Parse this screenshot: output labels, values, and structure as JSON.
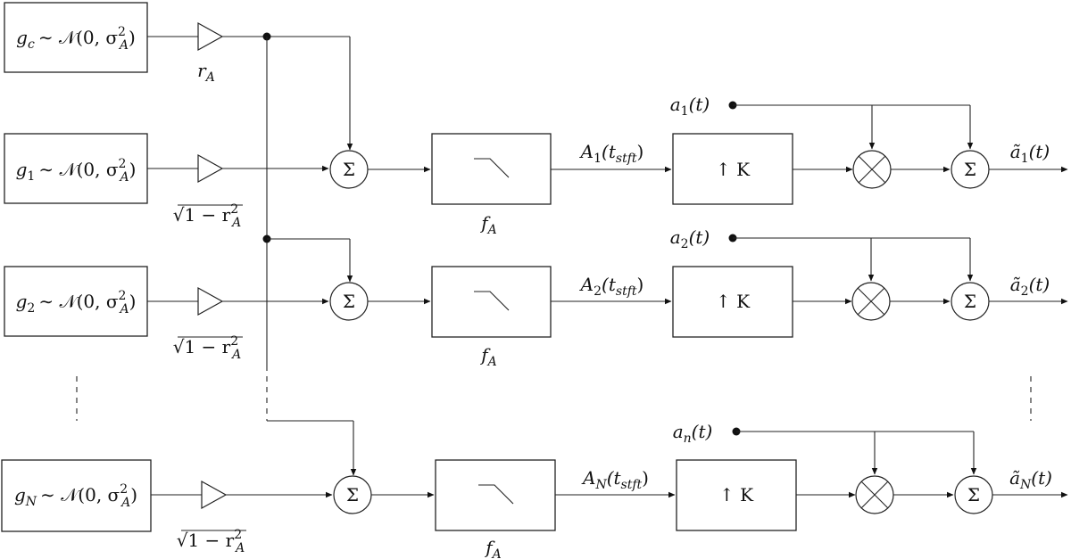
{
  "sources": [
    {
      "letter": "g",
      "sub": "c",
      "dist": "∼ 𝒩(0, σ",
      "sigma_sub": "A",
      "sigma_sup": "2",
      "close": ")"
    },
    {
      "letter": "g",
      "sub": "1",
      "dist": "∼ 𝒩(0, σ",
      "sigma_sub": "A",
      "sigma_sup": "2",
      "close": ")"
    },
    {
      "letter": "g",
      "sub": "2",
      "dist": "∼ 𝒩(0, σ",
      "sigma_sub": "A",
      "sigma_sup": "2",
      "close": ")"
    },
    {
      "letter": "g",
      "sub": "N",
      "dist": "∼ 𝒩(0, σ",
      "sigma_sub": "A",
      "sigma_sup": "2",
      "close": ")"
    }
  ],
  "gains": {
    "common": {
      "base": "r",
      "sub": "A"
    },
    "individual": {
      "radical": "√",
      "body": "1 − r",
      "sub": "A",
      "sup": "2"
    }
  },
  "sum_symbol": "Σ",
  "multiply_symbol": "⊗",
  "filter_label": {
    "base": "f",
    "sub": "A"
  },
  "upsample_label": "↑ K",
  "spectra": [
    {
      "base": "A",
      "sub": "1",
      "arg_open": "(t",
      "arg_sub": "stft",
      "arg_close": ")"
    },
    {
      "base": "A",
      "sub": "2",
      "arg_open": "(t",
      "arg_sub": "stft",
      "arg_close": ")"
    },
    {
      "base": "A",
      "sub": "N",
      "arg_open": "(t",
      "arg_sub": "stft",
      "arg_close": ")"
    }
  ],
  "envelopes": [
    {
      "base": "a",
      "sub": "1",
      "arg": "(t)"
    },
    {
      "base": "a",
      "sub": "2",
      "arg": "(t)"
    },
    {
      "base": "a",
      "sub": "n",
      "arg": "(t)"
    }
  ],
  "outputs": [
    {
      "base": "ã",
      "sub": "1",
      "arg": "(t)"
    },
    {
      "base": "ã",
      "sub": "2",
      "arg": "(t)"
    },
    {
      "base": "ã",
      "sub": "N",
      "arg": "(t)"
    }
  ]
}
